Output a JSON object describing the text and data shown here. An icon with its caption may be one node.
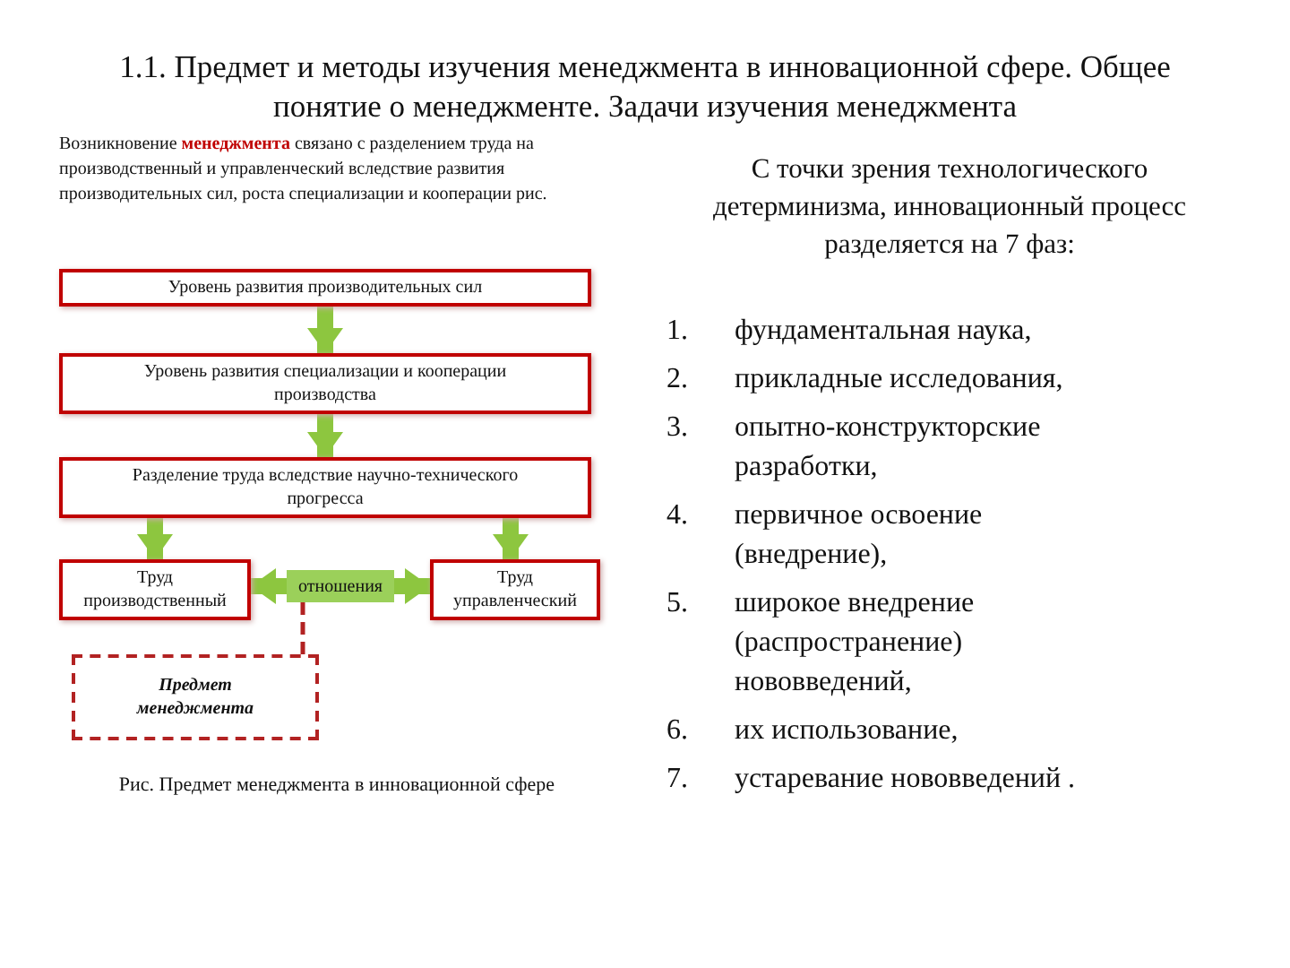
{
  "diagram": {
    "title": "1.1. Предмет и методы изучения менеджмента в инновационной сфере. Общее понятие о менеджменте. Задачи изучения менеджмента",
    "caption": "Рис. Предмет менеджмента в инновационной сфере",
    "nodes": [
      {
        "text": [
          "Уровень развития производительных сил"
        ]
      },
      {
        "text": [
          "Уровень развития специализации и кооперации производства"
        ]
      },
      {
        "text": [
          "Разделение труда вследствие научно-технического прогресса"
        ]
      },
      {
        "text": [
          "Труд производственный"
        ]
      },
      {
        "text": [
          "отношения"
        ]
      },
      {
        "text": [
          "Труд управленческий"
        ]
      },
      {
        "text": [
          "Предмет менеджмента"
        ]
      }
    ],
    "edges": [
      {
        "from": 0,
        "to": 1,
        "arrow": "to"
      },
      {
        "from": 1,
        "to": 2,
        "arrow": "to"
      },
      {
        "from": 2,
        "to": 3,
        "arrow": "to"
      },
      {
        "from": 2,
        "to": 5,
        "arrow": "to"
      },
      {
        "from": 4,
        "to": 3,
        "arrow": "to"
      },
      {
        "from": 4,
        "to": 5,
        "arrow": "to"
      },
      {
        "from": 4,
        "to": 6,
        "arrow": "none",
        "style": "dashed",
        "color": "#b22222"
      }
    ],
    "labels": [
      "Возникновение **менеджмента** связано с разделением труда на производственный и управленческий вследствие развития производительных сил, роста специализации и кооперации рис.",
      "С точки зрения технологического детерминизма, инновационный процесс разделяется на 7 фаз:",
      "1.",
      "фундаментальная наука,",
      "2.",
      "прикладные исследования,",
      "3.",
      "опытно-конструкторские разработки,",
      "4.",
      "первичное освоение (внедрение),",
      "5.",
      "широкое внедрение (распространение) нововведений,",
      "6.",
      "их использование,",
      "7.",
      "устаревание нововведений ."
    ]
  }
}
